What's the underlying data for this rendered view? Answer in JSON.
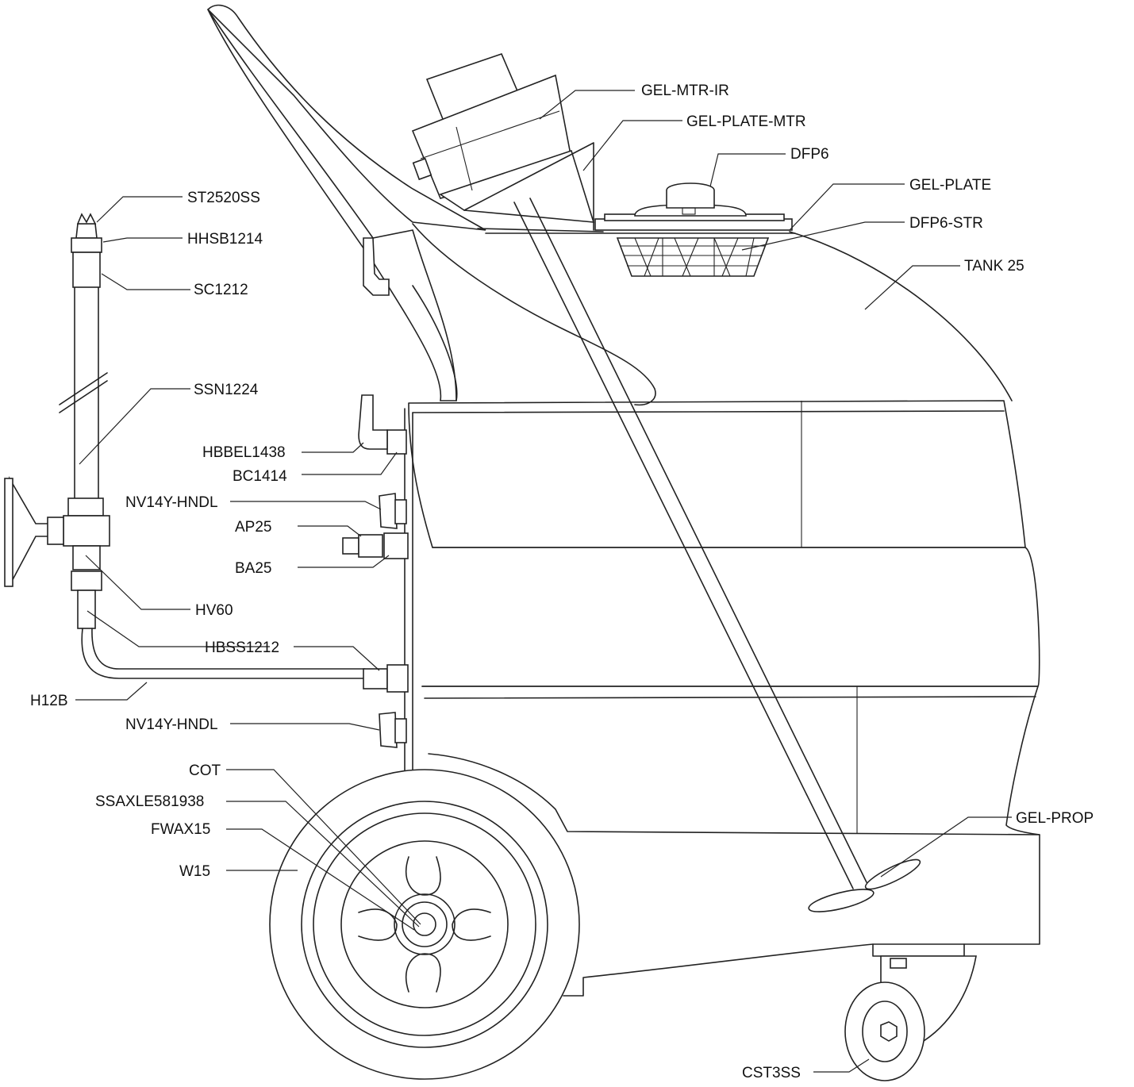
{
  "labels": {
    "gel_mtr_ir": "GEL-MTR-IR",
    "gel_plate_mtr": "GEL-PLATE-MTR",
    "dfp6": "DFP6",
    "gel_plate": "GEL-PLATE",
    "dfp6_str": "DFP6-STR",
    "tank_25": "TANK 25",
    "st2520ss": "ST2520SS",
    "hhsb1214": "HHSB1214",
    "sc1212": "SC1212",
    "ssn1224": "SSN1224",
    "hbbel1438": "HBBEL1438",
    "bc1414": "BC1414",
    "nv14y_hndl_upper": "NV14Y-HNDL",
    "ap25": "AP25",
    "ba25": "BA25",
    "hv60": "HV60",
    "hbss1212": "HBSS1212",
    "h12b": "H12B",
    "nv14y_hndl_lower": "NV14Y-HNDL",
    "cot": "COT",
    "ssaxle581938": "SSAXLE581938",
    "fwax15": "FWAX15",
    "w15": "W15",
    "gel_prop": "GEL-PROP",
    "cst3ss": "CST3SS"
  }
}
